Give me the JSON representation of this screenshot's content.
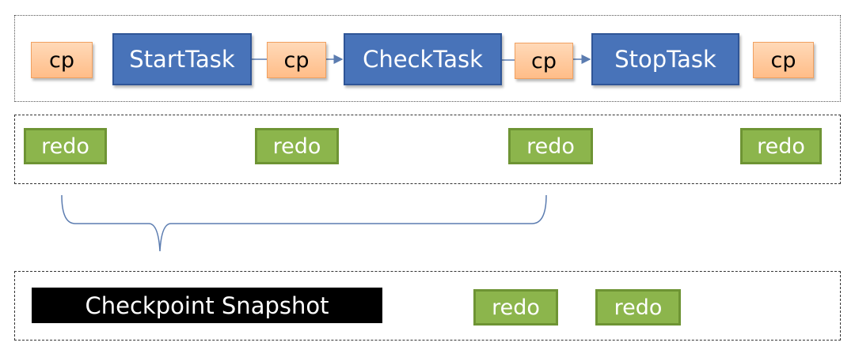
{
  "pipeline": {
    "checkpoint_label": "cp",
    "tasks": [
      "StartTask",
      "CheckTask",
      "StopTask"
    ]
  },
  "redo_row": {
    "label": "redo"
  },
  "snapshot_row": {
    "snapshot_label": "Checkpoint Snapshot",
    "redo_label": "redo"
  },
  "colors": {
    "task_fill": "#4873b9",
    "checkpoint_fill": "#ffc896",
    "redo_fill": "#8cb54c",
    "snapshot_fill": "#000000",
    "connector": "#5b7cb0"
  }
}
